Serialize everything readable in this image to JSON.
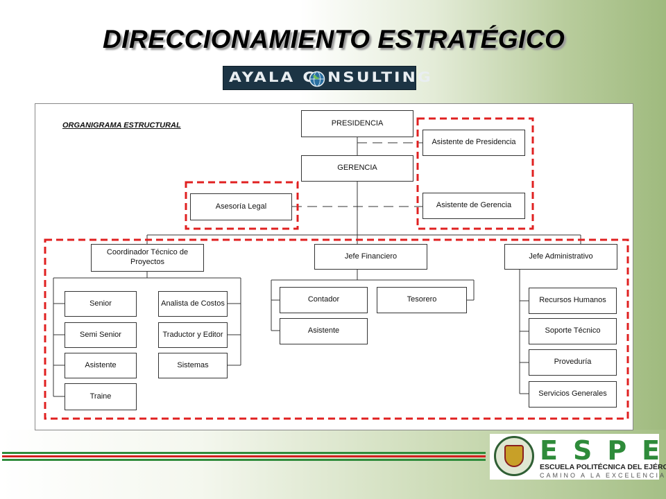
{
  "slide": {
    "title": "DIRECCIONAMIENTO ESTRATÉGICO"
  },
  "logo": {
    "text_left": "AYALA C",
    "text_right": "NSULTING",
    "icon": "globe-icon"
  },
  "chart": {
    "label": "ORGANIGRAMA ESTRUCTURAL",
    "nodes": {
      "presidencia": "PRESIDENCIA",
      "asistente_presidencia": "Asistente de Presidencia",
      "gerencia": "GERENCIA",
      "asesoria_legal": "Asesoría Legal",
      "asistente_gerencia": "Asistente de Gerencia",
      "coordinador": "Coordinador Técnico de Proyectos",
      "jefe_financiero": "Jefe Financiero",
      "jefe_administrativo": "Jefe Administrativo",
      "senior": "Senior",
      "semi_senior": "Semi Senior",
      "asistente_proyectos": "Asistente",
      "traine": "Traine",
      "analista_costos": "Analista de Costos",
      "traductor_editor": "Traductor y Editor",
      "sistemas": "Sistemas",
      "contador": "Contador",
      "tesorero": "Tesorero",
      "asistente_financiero": "Asistente",
      "recursos_humanos": "Recursos Humanos",
      "soporte_tecnico": "Soporte Técnico",
      "proveduria": "Proveduría",
      "servicios_generales": "Servicios Generales"
    },
    "highlight_color": "#e02020"
  },
  "footer": {
    "stripe_colors": [
      "#2e8b3a",
      "#d42020",
      "#2e8b3a"
    ],
    "espe_letters": "ESPE",
    "espe_name": "ESCUELA POLITÉCNICA DEL EJÉRCITO",
    "espe_motto": "CAMINO A LA EXCELENCIA",
    "seal_icon": "university-seal-icon"
  }
}
